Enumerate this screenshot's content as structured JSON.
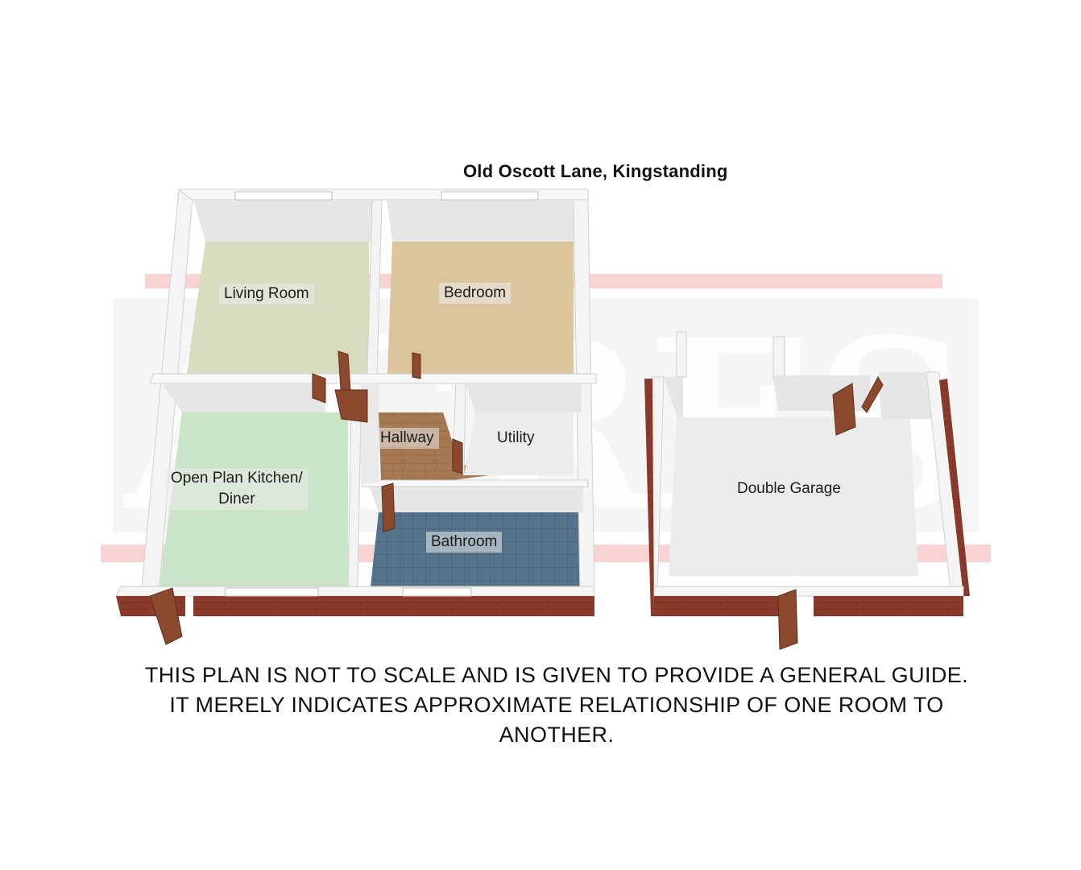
{
  "title": "Old Oscott Lane, Kingstanding",
  "watermark": {
    "text": "ACRES",
    "color": "#b0b0b0",
    "stripe_color": "#e35a5a"
  },
  "rooms": [
    {
      "name": "Living Room",
      "floor_color": "#d9dcbf"
    },
    {
      "name": "Bedroom",
      "floor_color": "#dcc59c"
    },
    {
      "name": "Hallway",
      "floor_color": "#a57a53"
    },
    {
      "name": "Utility",
      "floor_color": "#e8e8e8"
    },
    {
      "name": "Open Plan Kitchen/\nDiner",
      "floor_color": "#c9e4c6"
    },
    {
      "name": "Bathroom",
      "floor_color": "#4f6f87"
    },
    {
      "name": "Double Garage",
      "floor_color": "#ececec"
    }
  ],
  "colors": {
    "wall_top": "#f7f7f7",
    "wall_inner": "#e4e4e4",
    "brick": "#8a3b2c",
    "door": "#8b4a2e"
  },
  "disclaimer": "THIS PLAN IS NOT TO SCALE AND IS GIVEN TO PROVIDE A GENERAL GUIDE. IT MERELY INDICATES APPROXIMATE RELATIONSHIP OF ONE ROOM TO ANOTHER."
}
